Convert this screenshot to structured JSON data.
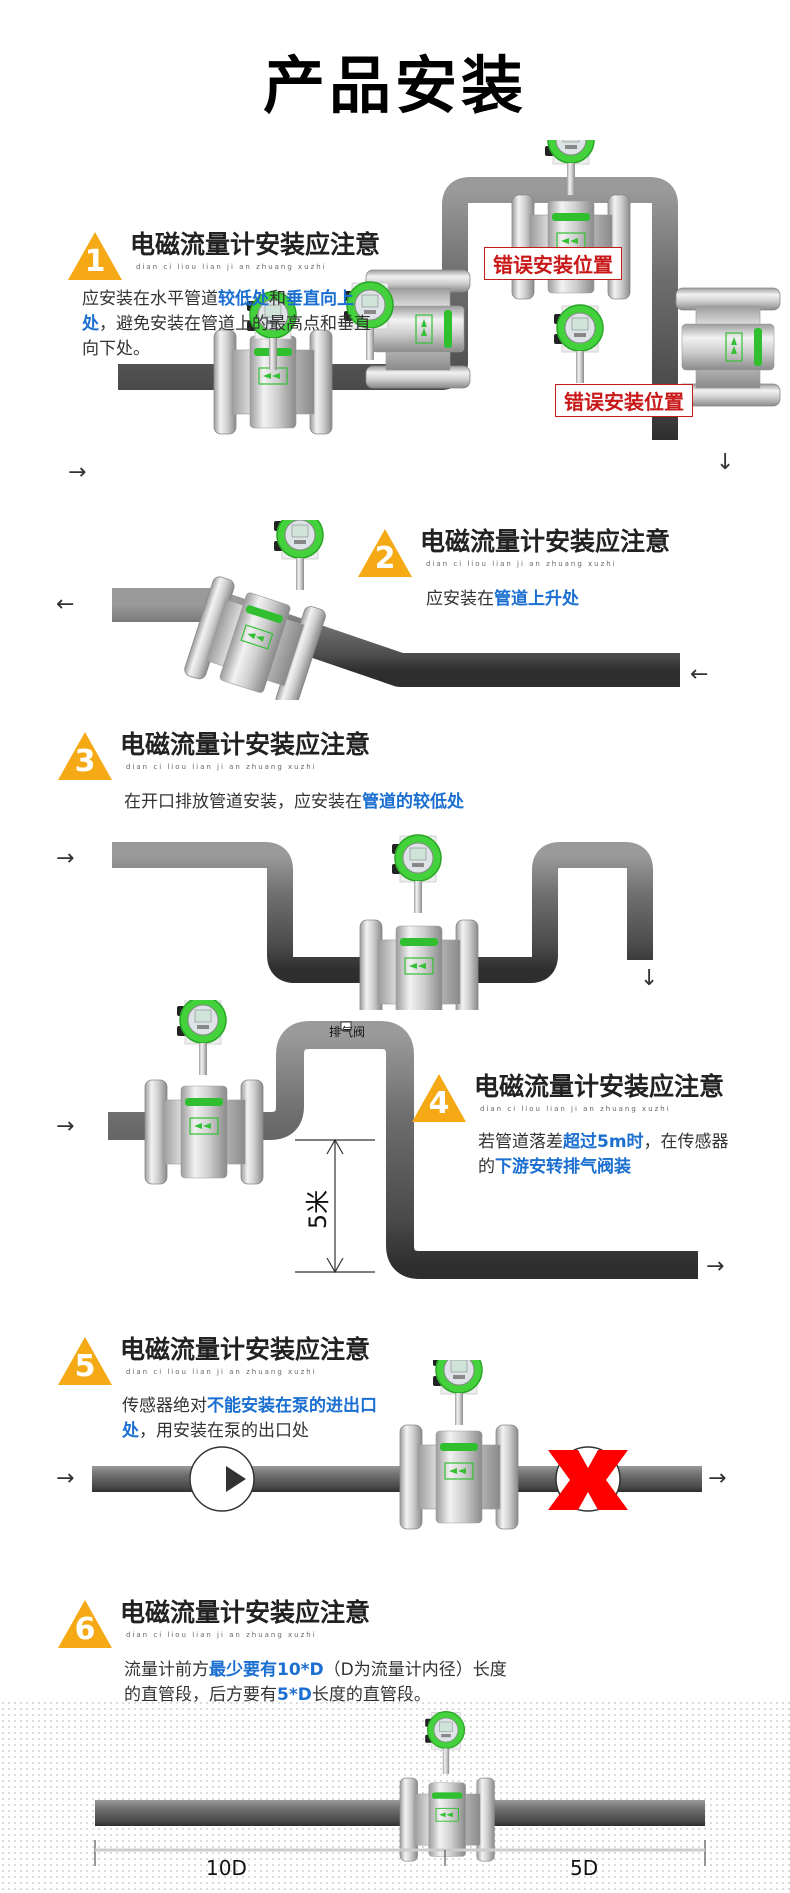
{
  "page": {
    "title": "产品安装"
  },
  "common": {
    "heading": "电磁流量计安装应注意",
    "pinyin": "dian ci liou lian ji an zhuang xuzhi"
  },
  "colors": {
    "badge_orange": "#f5a915",
    "highlight_blue": "#1a6fd1",
    "error_red": "#c81818",
    "meter_green": "#3ec93a",
    "x_mark_red": "#ff0000"
  },
  "sections": [
    {
      "number": "1",
      "desc_parts": [
        {
          "text": "应安装在水平管道",
          "hl": false
        },
        {
          "text": "较低处",
          "hl": true
        },
        {
          "text": "和",
          "hl": false
        },
        {
          "text": "垂直向上处",
          "hl": true
        },
        {
          "text": "，避免安装在管道上的最高点和垂直向下处。",
          "hl": false
        }
      ],
      "error_labels": [
        "错误安装位置",
        "错误安装位置"
      ],
      "arrows": [
        "→",
        "↓"
      ]
    },
    {
      "number": "2",
      "desc_parts": [
        {
          "text": "应安装在",
          "hl": false
        },
        {
          "text": "管道上升处",
          "hl": true
        }
      ],
      "arrows": [
        "←",
        "←"
      ]
    },
    {
      "number": "3",
      "desc_parts": [
        {
          "text": "在开口排放管道安装，应安装在",
          "hl": false
        },
        {
          "text": "管道的较低处",
          "hl": true
        }
      ],
      "arrows": [
        "→",
        "↓"
      ]
    },
    {
      "number": "4",
      "desc_parts": [
        {
          "text": "若管道落差",
          "hl": false
        },
        {
          "text": "超过5m时",
          "hl": true
        },
        {
          "text": "，在传感器的",
          "hl": false
        },
        {
          "text": "下游安转排气阀装",
          "hl": true
        }
      ],
      "valve_label": "排气阀",
      "height_label": "5米",
      "arrows": [
        "→",
        "→"
      ]
    },
    {
      "number": "5",
      "desc_parts": [
        {
          "text": "传感器绝对",
          "hl": false
        },
        {
          "text": "不能安装在泵的进出口处",
          "hl": true
        },
        {
          "text": "，用安装在泵的出口处",
          "hl": false
        }
      ],
      "arrows": [
        "→",
        "→"
      ]
    },
    {
      "number": "6",
      "desc_parts": [
        {
          "text": "流量计前方",
          "hl": false
        },
        {
          "text": "最少要有10*D",
          "hl": true
        },
        {
          "text": "（D为流量计内径）长度的直管段，后方要有",
          "hl": false
        },
        {
          "text": "5*D",
          "hl": true
        },
        {
          "text": "长度的直管段。",
          "hl": false
        }
      ],
      "upstream_label": "10D",
      "downstream_label": "5D"
    }
  ]
}
